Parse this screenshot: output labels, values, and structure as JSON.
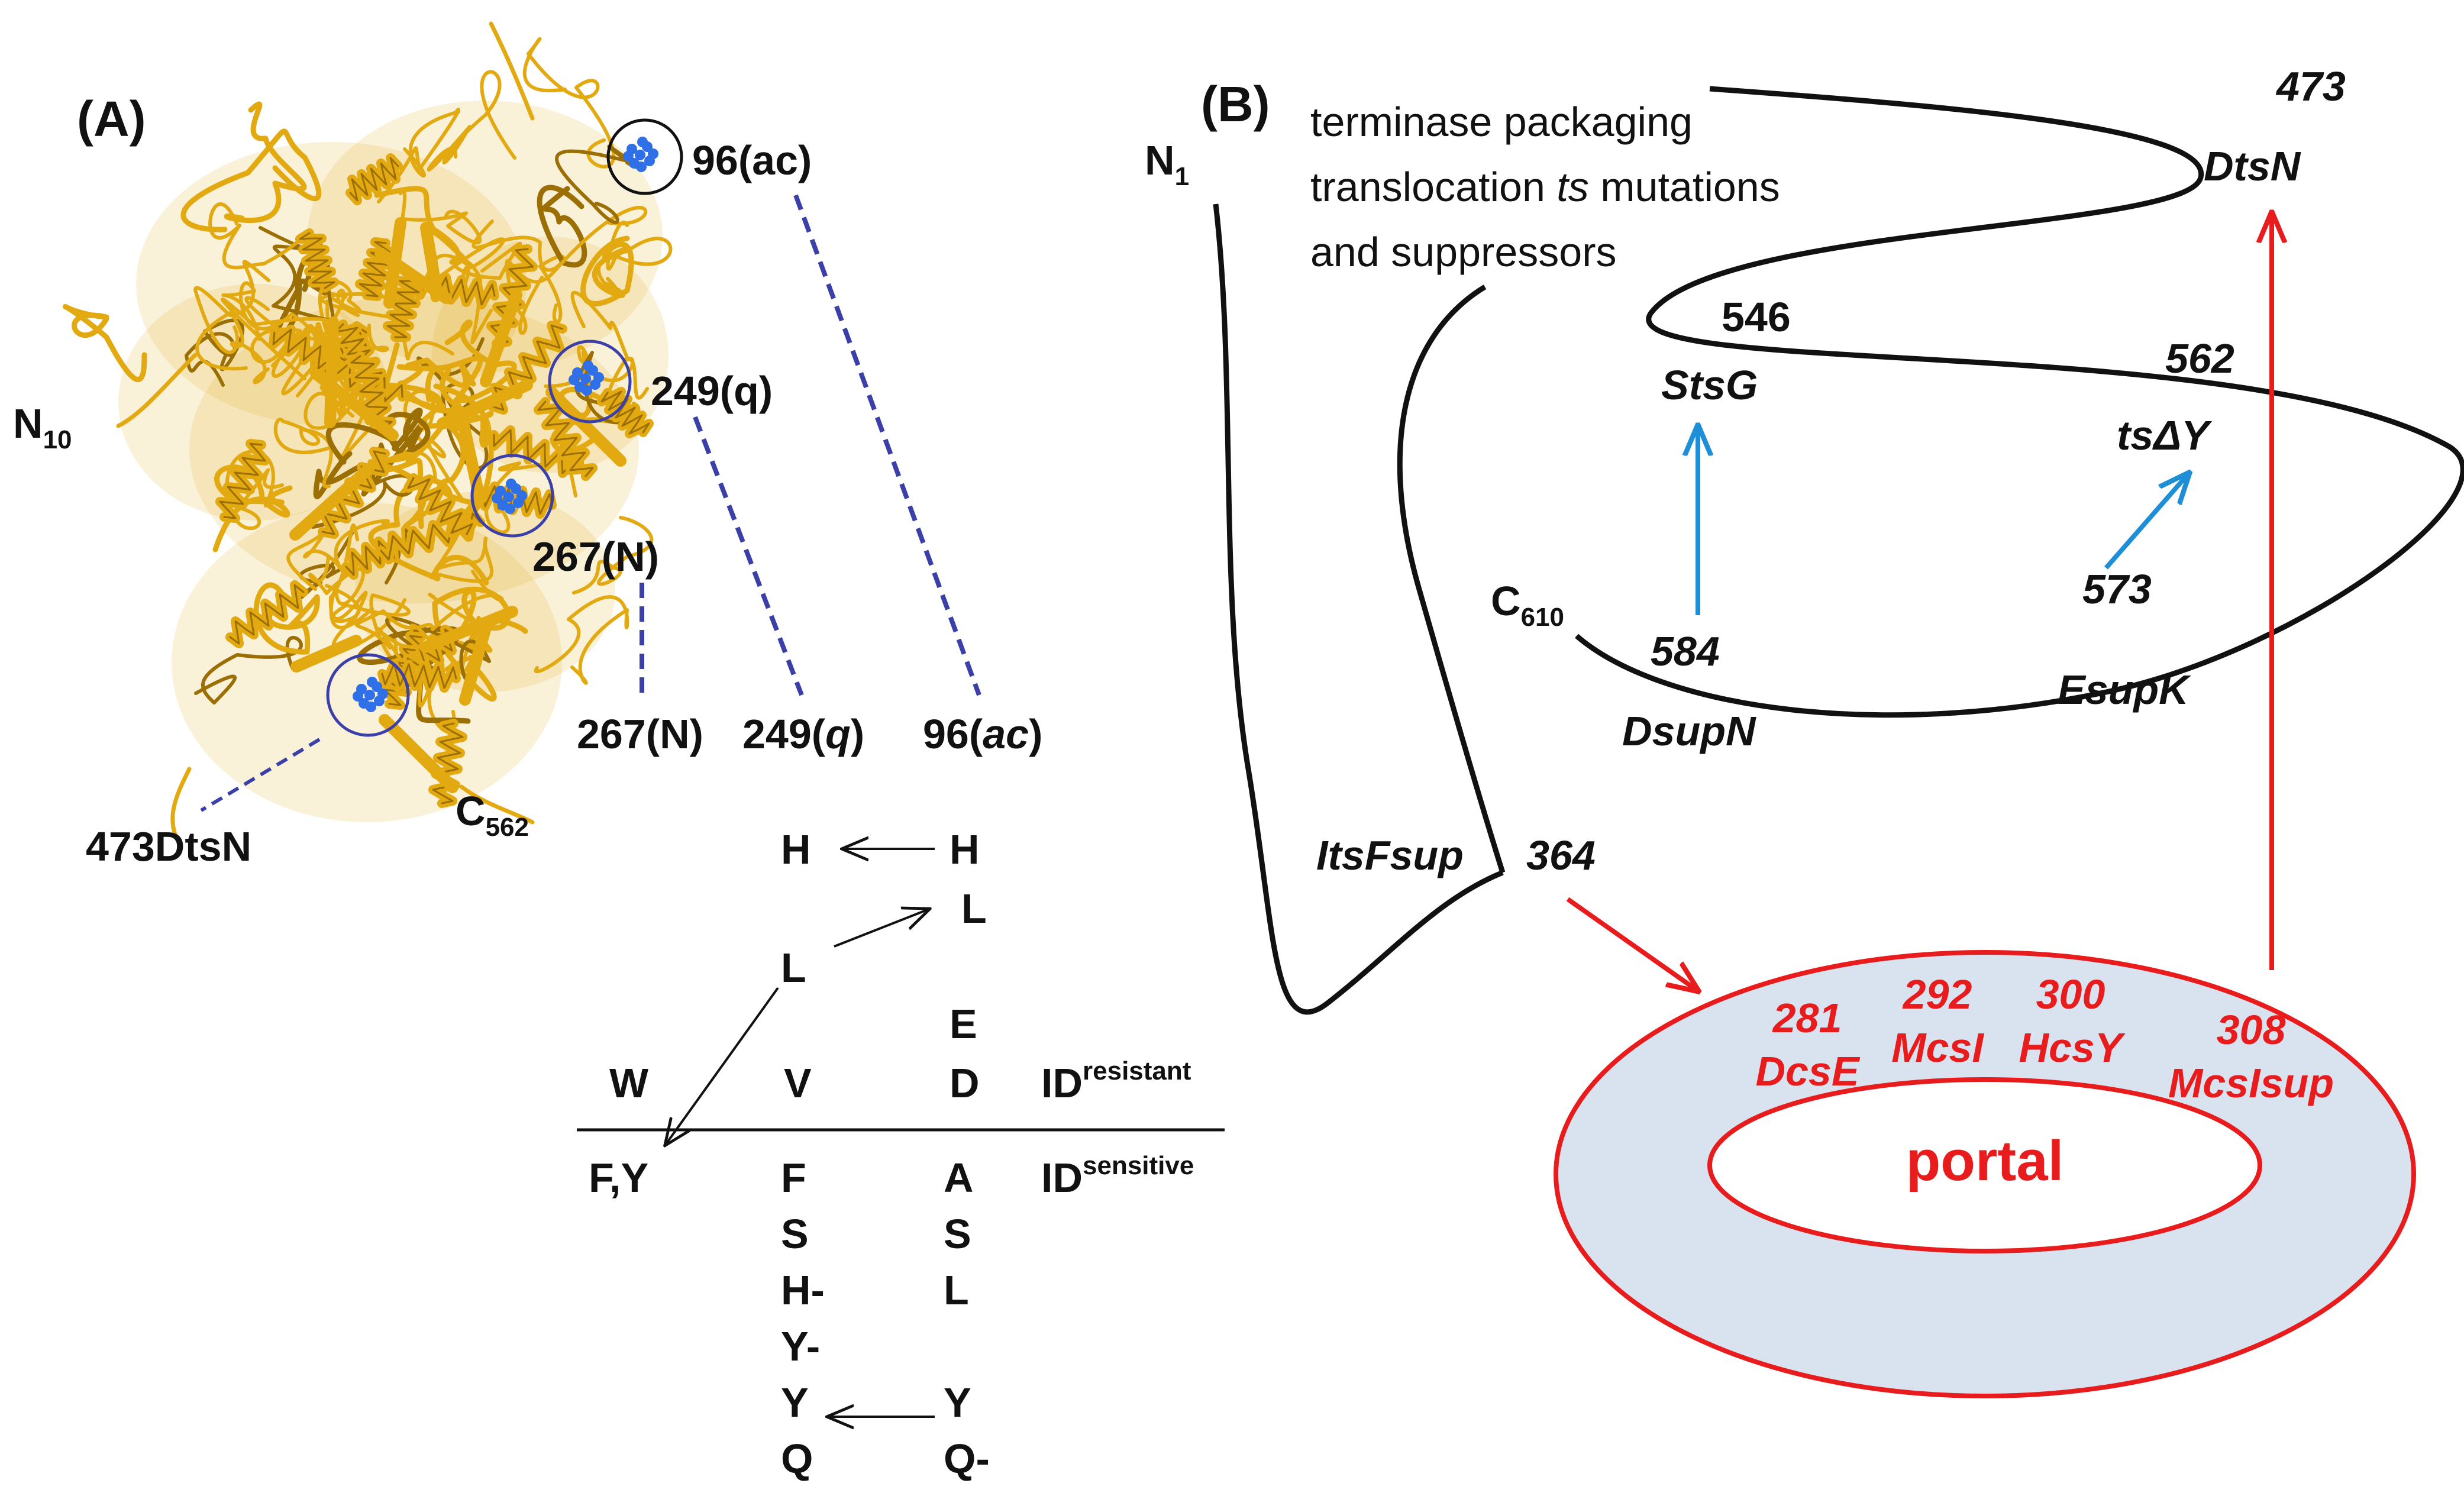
{
  "colors": {
    "ribbon": "#e3a911",
    "ribbon_dark": "#9c6f05",
    "highlight": "#2f6fe8",
    "circle_blue": "#3b3fa8",
    "dash_blue": "#3b3fa8",
    "arrow_blue": "#1e8fd6",
    "red": "#e81c1c",
    "portal_fill": "#d8e3ef",
    "black": "#111111"
  },
  "panel_a": {
    "label": "(A)",
    "n_term": {
      "main": "N",
      "sub": "10"
    },
    "c_term": {
      "main": "C",
      "sub": "562"
    },
    "sites": [
      {
        "id": "96ac",
        "label": "96(ac)",
        "circle_color": "black"
      },
      {
        "id": "249q",
        "label": "249(q)",
        "circle_color": "blue"
      },
      {
        "id": "267N",
        "label": "267(N)",
        "circle_color": "blue"
      },
      {
        "id": "473",
        "label": "473DtsN",
        "circle_color": "blue"
      }
    ],
    "column_headers": [
      {
        "number": "267",
        "suffix": "(N)",
        "italic_suffix": false
      },
      {
        "number": "249",
        "suffix": "q",
        "italic_suffix": true
      },
      {
        "number": "96",
        "suffix": "ac",
        "italic_suffix": true
      }
    ],
    "substitutions": {
      "top_rows": [
        [
          "H",
          "H"
        ],
        [
          "",
          "L"
        ],
        [
          "L",
          ""
        ],
        [
          "",
          "E"
        ]
      ],
      "resistant_row": [
        "W",
        "V",
        "D"
      ],
      "resistant_label": {
        "main": "ID",
        "sup": "resistant"
      },
      "sensitive_label": {
        "main": "ID",
        "sup": "sensitive"
      },
      "sensitive_columns": [
        [
          "F,Y"
        ],
        [
          "F",
          "S",
          "H-",
          "Y-",
          "Y",
          "Q"
        ],
        [
          "A",
          "S",
          "L",
          "",
          "Y",
          "Q-"
        ]
      ]
    }
  },
  "panel_b": {
    "label": "(B)",
    "caption": [
      "terminase packaging",
      "translocation ts mutations",
      "and suppressors"
    ],
    "caption_lines": [
      [
        {
          "t": "terminase packaging",
          "i": false
        }
      ],
      [
        {
          "t": "translocation ",
          "i": false
        },
        {
          "t": "ts",
          "i": true
        },
        {
          "t": " mutations",
          "i": false
        }
      ],
      [
        {
          "t": "and suppressors",
          "i": false
        }
      ]
    ],
    "n_term": {
      "main": "N",
      "sub": "1"
    },
    "c_term": {
      "main": "C",
      "sub": "610"
    },
    "sites": [
      {
        "id": "473",
        "number": "473",
        "name": "DtsN"
      },
      {
        "id": "546",
        "number": "546",
        "name": "StsG"
      },
      {
        "id": "562",
        "number": "562",
        "name": "tsΔY"
      },
      {
        "id": "573",
        "number": "573",
        "name": "EsupK"
      },
      {
        "id": "584",
        "number": "584",
        "name": "DsupN"
      },
      {
        "id": "364",
        "number": "364",
        "name": "ItsFsup"
      }
    ],
    "portal": {
      "label": "portal",
      "sites": [
        {
          "number": "281",
          "name": "DcsE"
        },
        {
          "number": "292",
          "name": "McsI"
        },
        {
          "number": "300",
          "name": "HcsY"
        },
        {
          "number": "308",
          "name": "McsIsup"
        }
      ]
    }
  }
}
